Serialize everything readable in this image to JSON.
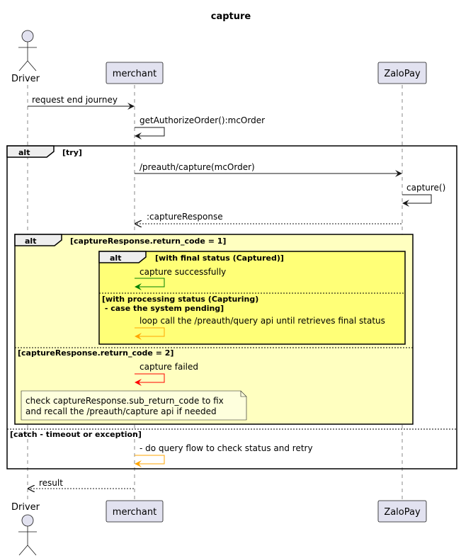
{
  "title": "capture",
  "participants": {
    "driver": "Driver",
    "merchant": "merchant",
    "zalopay": "ZaloPay"
  },
  "messages": {
    "m1": "request end journey",
    "m2": "getAuthorizeOrder():mcOrder",
    "m3": "/preauth/capture(mcOrder)",
    "m4": "capture()",
    "m5": ":captureResponse",
    "m6": "capture successfully",
    "m7": "loop call the /preauth/query api until retrieves final status",
    "m8": "capture failed",
    "m9": "- do query flow to check status and retry",
    "m10": "result"
  },
  "fragments": {
    "outer": {
      "keyword": "alt",
      "guard1": "[try]",
      "guard2": "[catch - timeout or exception]"
    },
    "middle": {
      "keyword": "alt",
      "guard1": "[captureResponse.return_code = 1]",
      "guard2": "[captureResponse.return_code = 2]"
    },
    "inner": {
      "keyword": "alt",
      "guard1": "[with final status (Captured)]",
      "guard2_line1": "[with processing status (Capturing)",
      "guard2_line2": " - case the system pending]"
    }
  },
  "note": {
    "line1": "check captureResponse.sub_return_code to fix",
    "line2": "and recall the /preauth/capture api if needed"
  },
  "colors": {
    "participant_fill": "#E2E2F0",
    "middle_fill": "#FFFFC0",
    "inner_fill": "#FFFF77",
    "success_arrow": "#008000",
    "pending_arrow": "#FFA500",
    "failed_arrow": "#FF0000"
  }
}
